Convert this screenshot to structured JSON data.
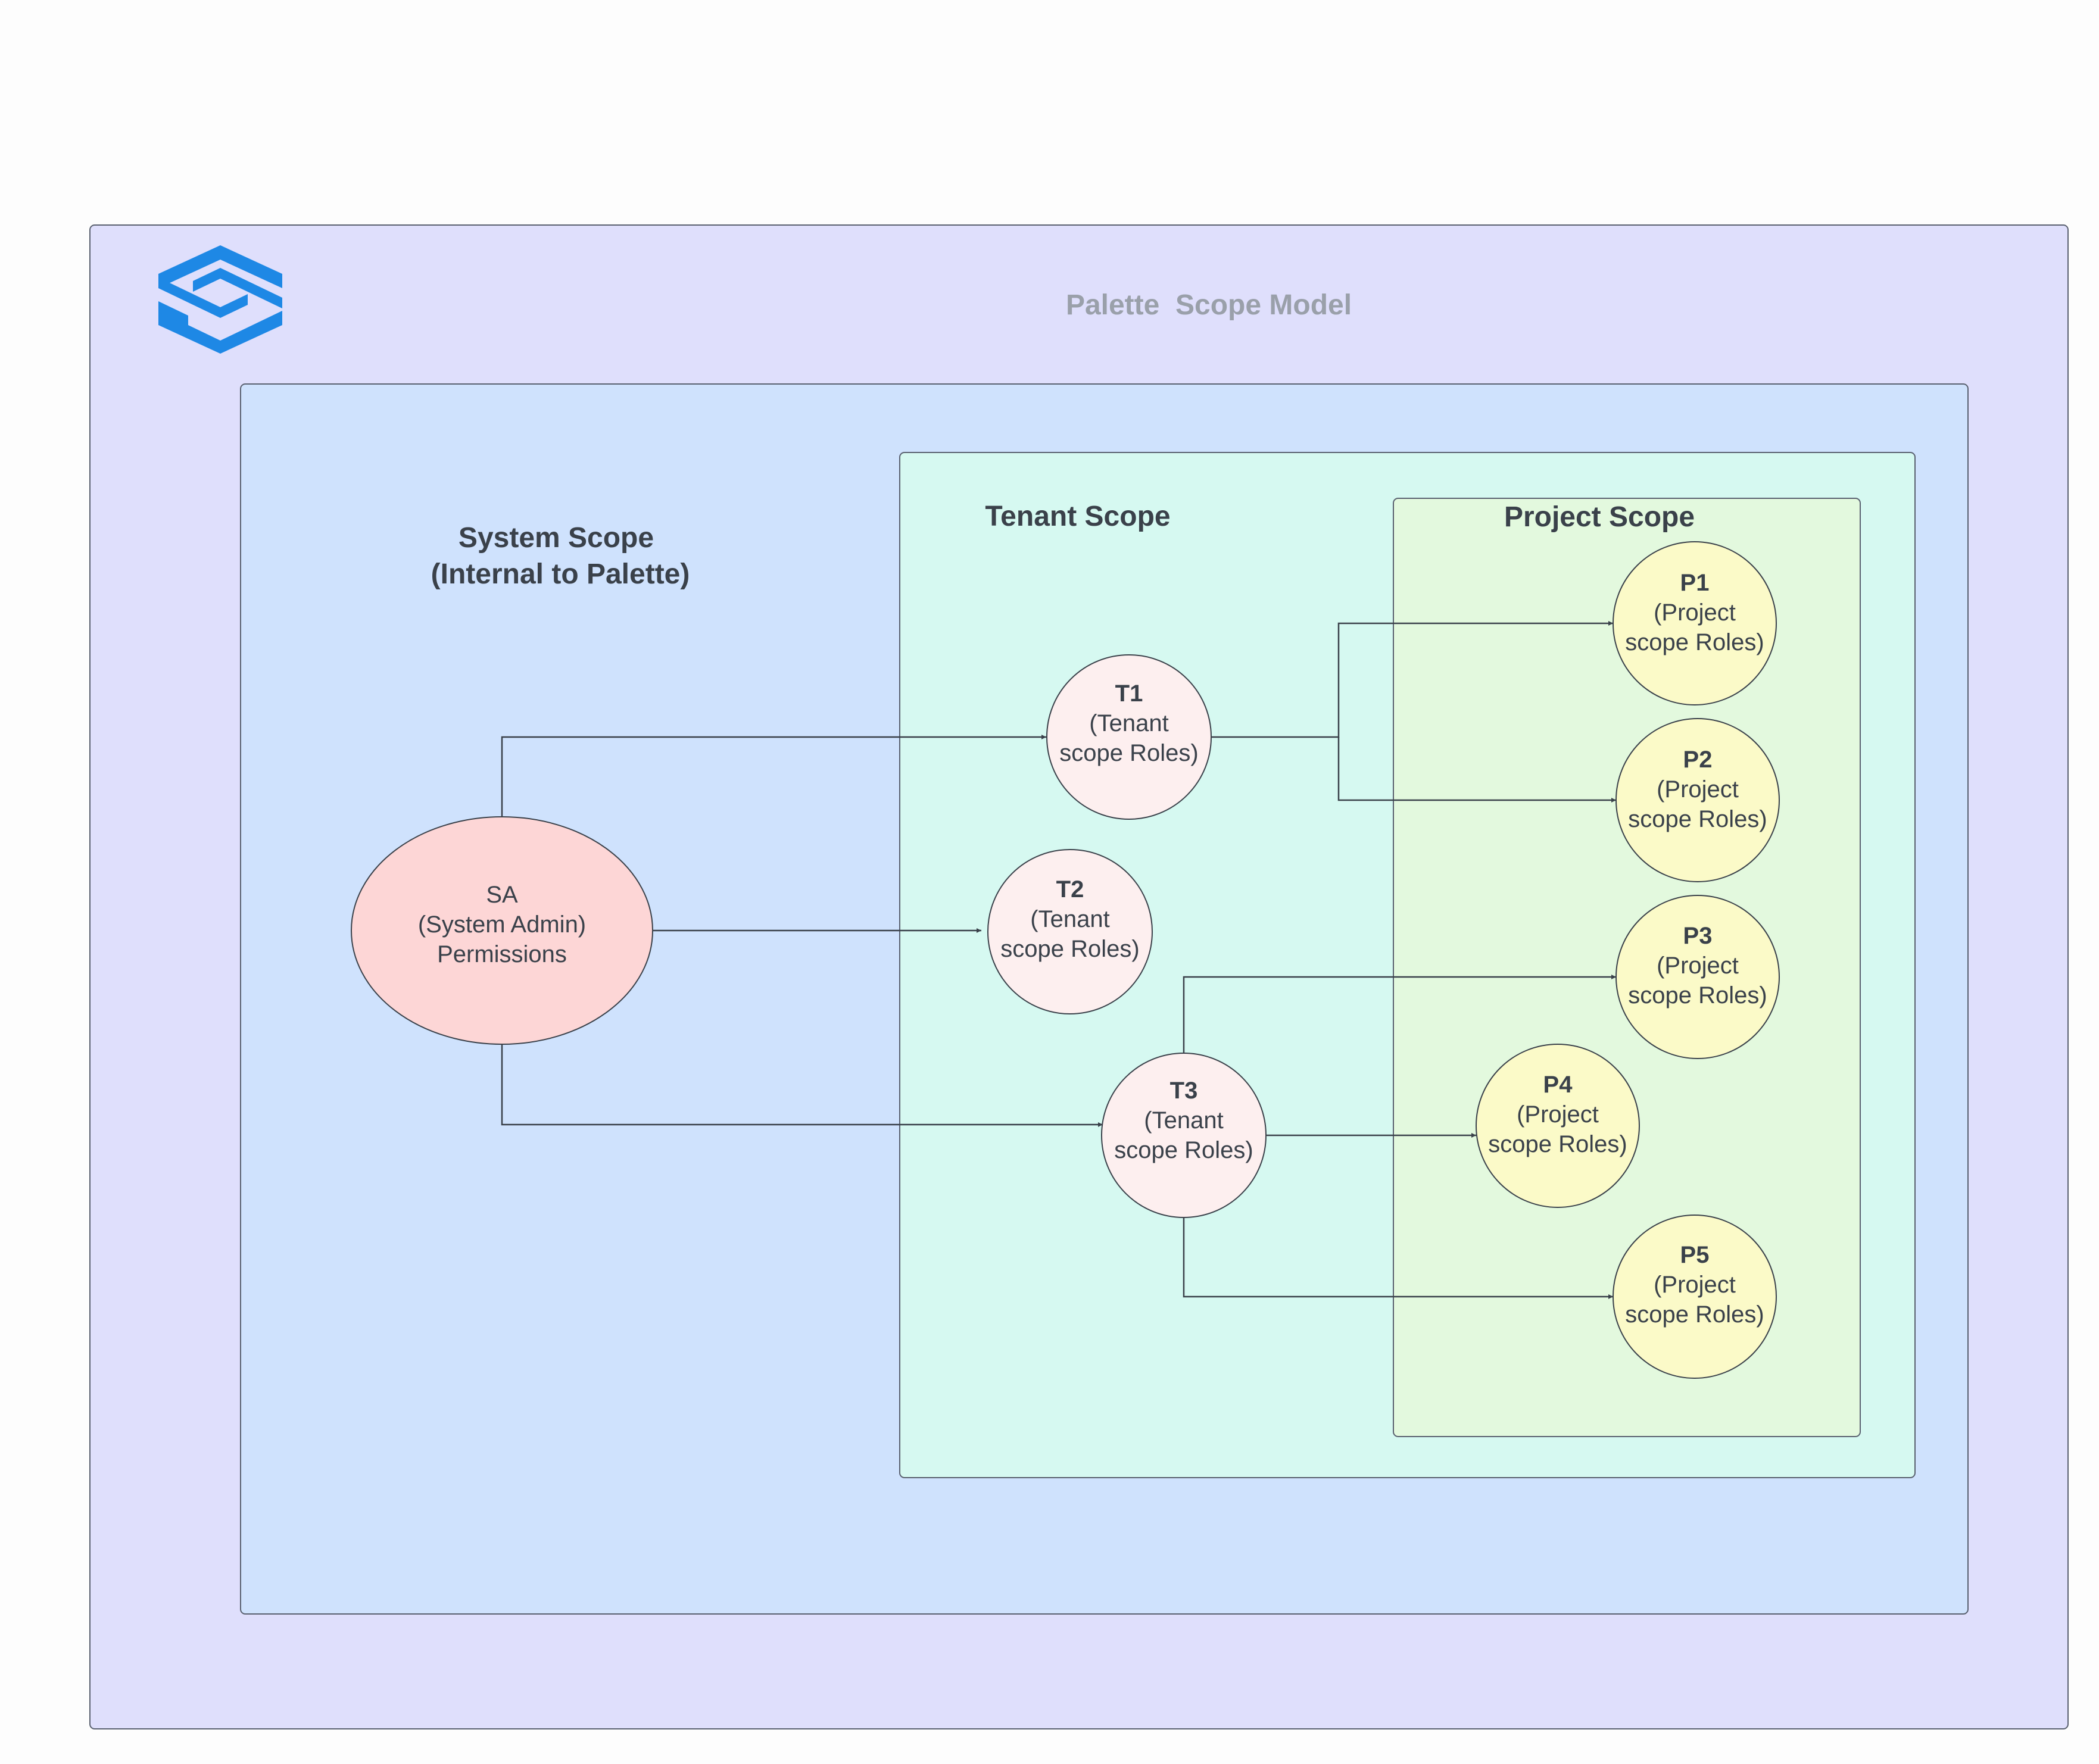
{
  "title": "Palette  Scope Model",
  "logo": {
    "icon": "spectro-cloud-logo-icon",
    "color": "#1e88e5"
  },
  "scopes": {
    "system": {
      "line1": "System Scope",
      "line2": "(Internal to Palette)",
      "fill": "#cfe2fd"
    },
    "tenant": {
      "label": "Tenant Scope",
      "fill": "#d6f9f1"
    },
    "project": {
      "label": "Project Scope",
      "fill": "#e3f9de"
    }
  },
  "outer_fill": "#dfdffc",
  "nodes": {
    "sa": {
      "line1": "SA",
      "line2": "(System Admin)",
      "line3": "Permissions",
      "fill": "#fdd6d6"
    },
    "t1": {
      "title": "T1",
      "line2": "(Tenant",
      "line3": "scope Roles)",
      "fill": "#fdefef"
    },
    "t2": {
      "title": "T2",
      "line2": "(Tenant",
      "line3": "scope Roles)",
      "fill": "#fdefef"
    },
    "t3": {
      "title": "T3",
      "line2": "(Tenant",
      "line3": "scope Roles)",
      "fill": "#fdefef"
    },
    "p1": {
      "title": "P1",
      "line2": "(Project",
      "line3": "scope Roles)",
      "fill": "#fbfac8"
    },
    "p2": {
      "title": "P2",
      "line2": "(Project",
      "line3": "scope Roles)",
      "fill": "#fbfac8"
    },
    "p3": {
      "title": "P3",
      "line2": "(Project",
      "line3": "scope Roles)",
      "fill": "#fbfac8"
    },
    "p4": {
      "title": "P4",
      "line2": "(Project",
      "line3": "scope Roles)",
      "fill": "#fbfac8"
    },
    "p5": {
      "title": "P5",
      "line2": "(Project",
      "line3": "scope Roles)",
      "fill": "#fbfac8"
    }
  },
  "edges": [
    {
      "from": "SA",
      "to": "T1"
    },
    {
      "from": "SA",
      "to": "T2"
    },
    {
      "from": "SA",
      "to": "T3"
    },
    {
      "from": "T1",
      "to": "P1"
    },
    {
      "from": "T1",
      "to": "P2"
    },
    {
      "from": "T3",
      "to": "P3"
    },
    {
      "from": "T3",
      "to": "P4"
    },
    {
      "from": "T3",
      "to": "P5"
    }
  ],
  "line_color": "#3a414a"
}
